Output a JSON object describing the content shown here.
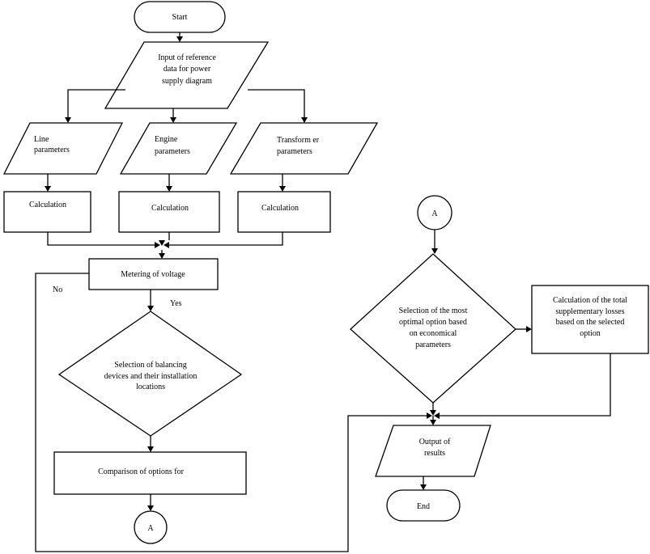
{
  "flowchart": {
    "start": "Start",
    "input_block": [
      "Input of reference",
      "data for power",
      "supply diagram"
    ],
    "line_params": [
      "Line",
      "parameters"
    ],
    "engine_params": [
      "Engine",
      "parameters"
    ],
    "transformer_params": [
      "Transform er",
      "parameters"
    ],
    "calc_1": "Calculation",
    "calc_2": "Calculation",
    "calc_3": "Calculation",
    "metering": "Metering of voltage",
    "no_label": "No",
    "yes_label": "Yes",
    "balancing_decision": [
      "Selection of balancing",
      "devices and their installation",
      "locations"
    ],
    "comparison": "Comparison of options for",
    "connector_bottom": "A",
    "connector_top": "A",
    "optimal_decision": [
      "Selection of the most",
      "optimal option based",
      "on economical",
      "parameters"
    ],
    "losses_calc": [
      "Calculation of the total",
      "supplementary losses",
      "based on the selected",
      "option"
    ],
    "output": [
      "Output of",
      "results"
    ],
    "end": "End"
  }
}
